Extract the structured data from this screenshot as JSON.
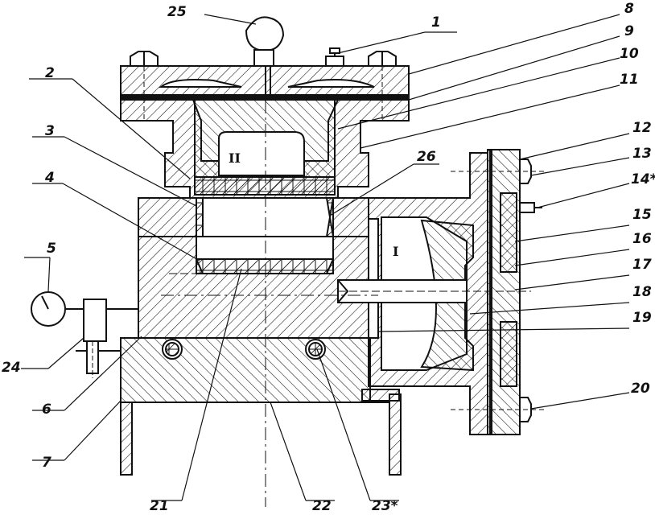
{
  "drawing": {
    "callouts": [
      {
        "id": "1",
        "text": "1"
      },
      {
        "id": "2",
        "text": "2"
      },
      {
        "id": "3",
        "text": "3"
      },
      {
        "id": "4",
        "text": "4"
      },
      {
        "id": "5",
        "text": "5"
      },
      {
        "id": "6",
        "text": "6"
      },
      {
        "id": "7",
        "text": "7"
      },
      {
        "id": "8",
        "text": "8"
      },
      {
        "id": "9",
        "text": "9"
      },
      {
        "id": "10",
        "text": "10"
      },
      {
        "id": "11",
        "text": "11"
      },
      {
        "id": "12",
        "text": "12"
      },
      {
        "id": "13",
        "text": "13"
      },
      {
        "id": "14",
        "text": "14*"
      },
      {
        "id": "15",
        "text": "15"
      },
      {
        "id": "16",
        "text": "16"
      },
      {
        "id": "17",
        "text": "17"
      },
      {
        "id": "18",
        "text": "18"
      },
      {
        "id": "19",
        "text": "19"
      },
      {
        "id": "20",
        "text": "20"
      },
      {
        "id": "21",
        "text": "21"
      },
      {
        "id": "22",
        "text": "22"
      },
      {
        "id": "23",
        "text": "23*"
      },
      {
        "id": "24",
        "text": "24"
      },
      {
        "id": "25",
        "text": "25"
      },
      {
        "id": "26",
        "text": "26"
      }
    ],
    "chamber_labels": {
      "upper": "II",
      "lower": "I"
    },
    "colors": {
      "ink": "#111111",
      "paper": "#ffffff"
    }
  }
}
